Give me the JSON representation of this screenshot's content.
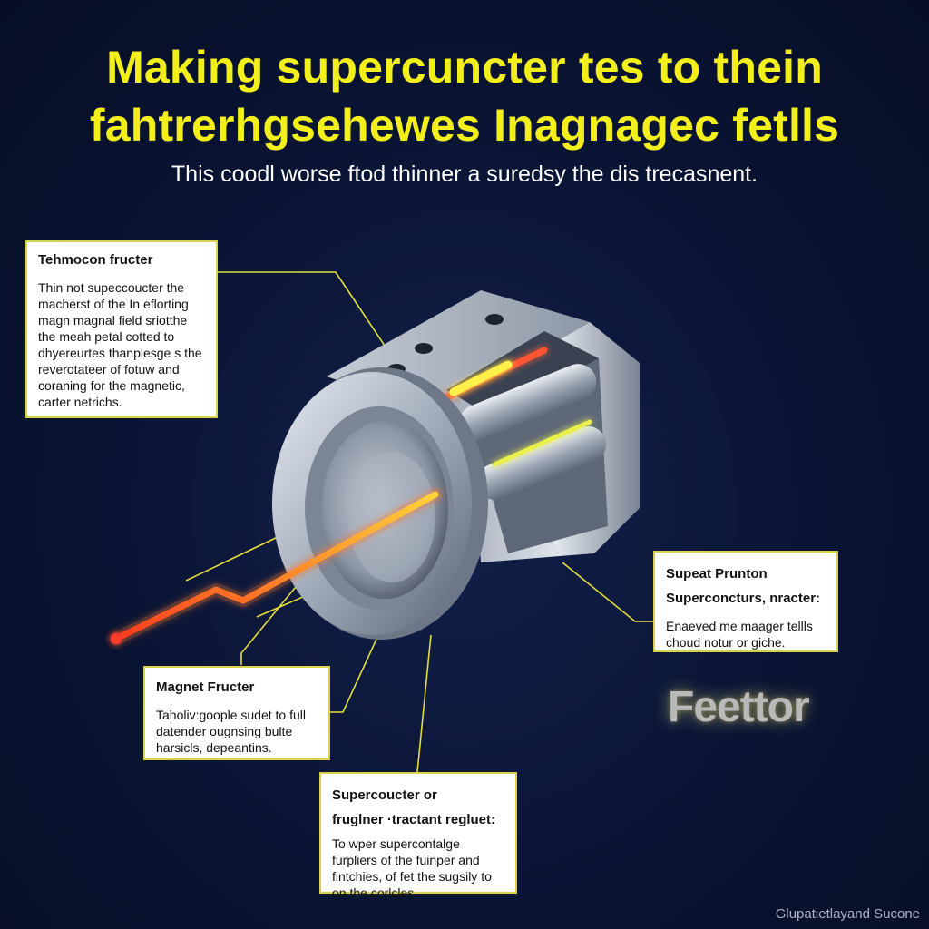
{
  "header": {
    "title_line_1": "Making supercuncter tes to thein",
    "title_line_2": "fahtrerhgsehewes Inagnagec fetlls",
    "subtitle": "This coodl worse ftod thinner a suredsy the dis trecasnent."
  },
  "callouts": {
    "top_left": {
      "heading": "Tehmocon fructer",
      "body": "Thin not supeccoucter the macherst of the In eflorting magn magnal field sriotthe the meah petal cotted to dhyereurtes thanplesge s the reverotateer of fotuw and coraning for the magnetic, carter netrichs."
    },
    "right": {
      "heading": "Supeat Prunton",
      "heading_2": "Superconcturs, nracter:",
      "body": "Enaeved me maager tellls choud notur or giche."
    },
    "mid_left": {
      "heading": "Magnet Fructer",
      "body": "Taholiv:goople sudet to full datender ougnsing bulte harsicls, depeantins."
    },
    "bottom": {
      "heading": "Supercoucter or",
      "heading_2": "fruglner ·tractant regluet:",
      "body": "To wper supercontalge furpliers of the fuinper and fintchies, of fet the sugsily to on the corlcles."
    }
  },
  "glow_label": "Feettor",
  "watermark": "Glupatietlayand Sucone",
  "colors": {
    "background": "#0a1433",
    "title": "#f2ef1a",
    "leader_lines": "#e3dd3a",
    "beam": "#ff6a2a",
    "metal": "#b8c0cc"
  }
}
